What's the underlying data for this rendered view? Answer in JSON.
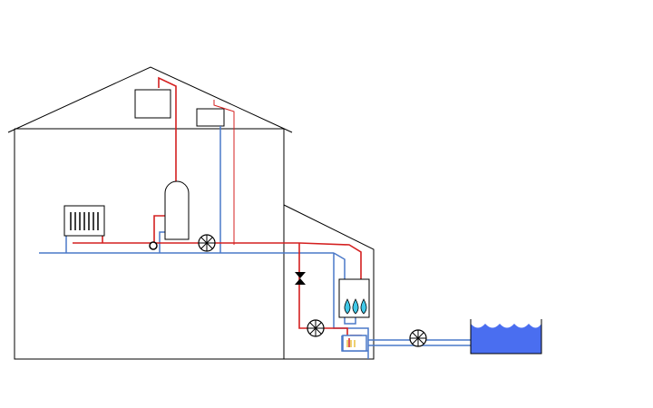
{
  "diagram": {
    "colors": {
      "background": "#ffffff",
      "outline": "#000000",
      "hot_pipe": "#d42020",
      "cold_pipe": "#4a78c8",
      "water": "#4a6ef0",
      "flame": "#40c8e8",
      "heater_glow": "#e8c040"
    },
    "components": [
      {
        "id": "house",
        "icon": "house-outline-icon"
      },
      {
        "id": "annex",
        "icon": "annex-outline-icon"
      },
      {
        "id": "attic-tank-left",
        "icon": "tank-icon"
      },
      {
        "id": "attic-tank-right",
        "icon": "tank-icon"
      },
      {
        "id": "radiator",
        "icon": "radiator-icon"
      },
      {
        "id": "hot-water-cylinder",
        "icon": "cylinder-icon"
      },
      {
        "id": "pump-main",
        "icon": "pump-icon"
      },
      {
        "id": "pump-annex",
        "icon": "pump-icon"
      },
      {
        "id": "pump-outdoor",
        "icon": "pump-icon"
      },
      {
        "id": "boiler",
        "icon": "boiler-icon"
      },
      {
        "id": "valve",
        "icon": "valve-icon"
      },
      {
        "id": "heat-exchanger",
        "icon": "heat-exchanger-icon"
      },
      {
        "id": "pool",
        "icon": "water-pool-icon"
      },
      {
        "id": "connector",
        "icon": "circle-connector-icon"
      }
    ]
  }
}
